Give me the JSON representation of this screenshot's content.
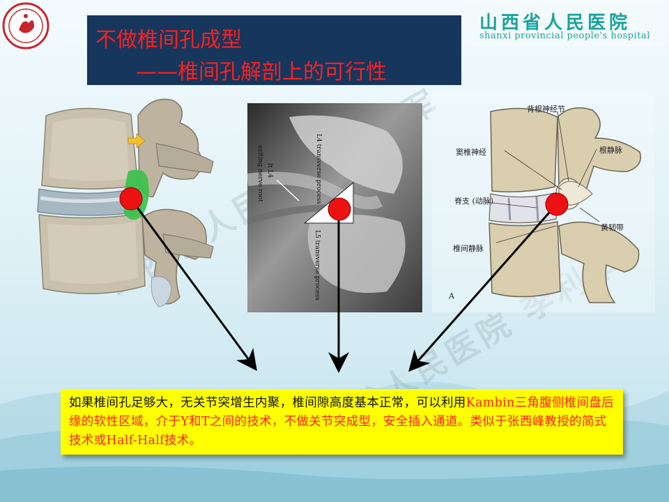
{
  "title": {
    "line1": "不做椎间孔成型",
    "line2": "——椎间孔解剖上的可行性"
  },
  "hospital": {
    "name_cn": "山西省人民医院",
    "name_en": "shanxi provincial people's hospital"
  },
  "watermark_text": "山西省人民医院 李利军",
  "photo_labels": {
    "l4_transverse": "L4 transverse process",
    "exiting_root": "exiting nerve root",
    "lt_l4": "lt L4",
    "l5_transverse": "L5 transverse process"
  },
  "diagram_labels": {
    "dorsal_root_ganglion": "背根神经节",
    "sinuvertebral_nerve": "窦椎神经",
    "radicular_vein": "根静脉",
    "spinal_branch": "脊支 (动脉)",
    "ligamentum_flavum": "黄韧带",
    "intervertebral_vein": "椎间静脉",
    "figure_letter": "A"
  },
  "body_text": {
    "part1_black": "如果椎间孔足够大，无关节突增生内聚，椎间隙高度基本正常，可以利用",
    "part2_red": "Kambin三角腹侧椎间盘后缘的软性区域，介于Y和T之间的技术，不做关节突成型，安全插入通道。类似于张西峰教授的简式技术或Half-Half技术。"
  },
  "colors": {
    "title_bg": "#16365c",
    "title_text": "#ff1f1f",
    "textbox_bg": "#ffff00",
    "marker_red": "#ee1111",
    "hospital_teal": "#1aa39b"
  }
}
